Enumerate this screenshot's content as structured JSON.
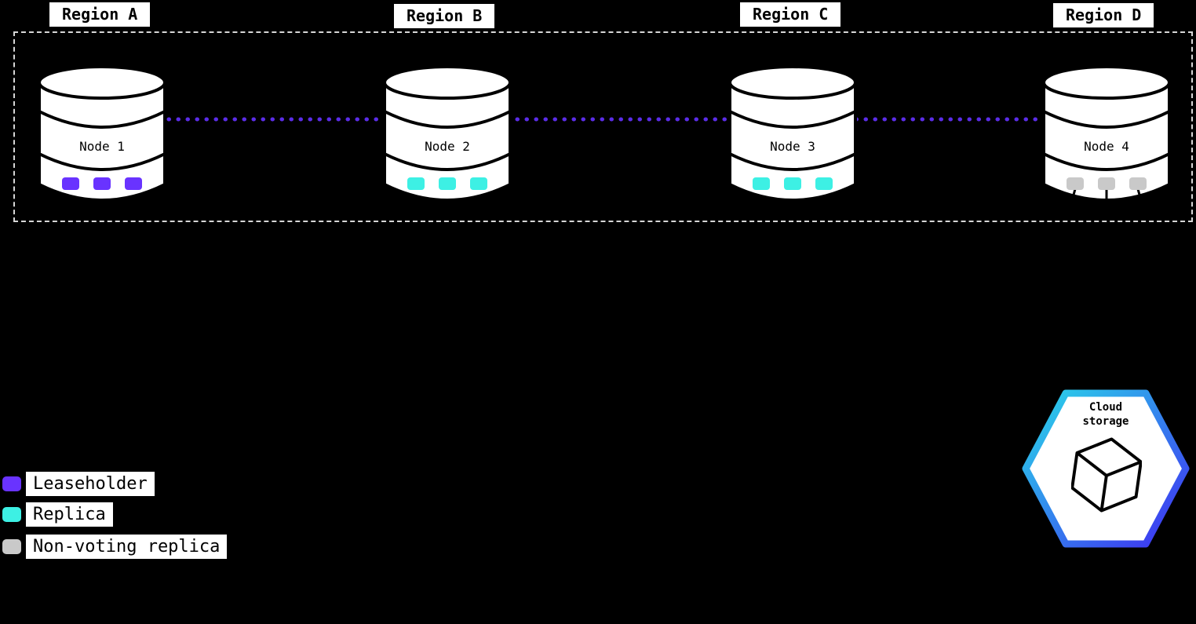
{
  "regions": [
    {
      "label": "Region A"
    },
    {
      "label": "Region B"
    },
    {
      "label": "Region C"
    },
    {
      "label": "Region D"
    }
  ],
  "nodes": [
    {
      "label": "Node 1",
      "role": "leaseholder",
      "marker_color": "#6933ff"
    },
    {
      "label": "Node 2",
      "role": "replica",
      "marker_color": "#3df0e4"
    },
    {
      "label": "Node 3",
      "role": "replica",
      "marker_color": "#3df0e4"
    },
    {
      "label": "Node 4",
      "role": "non-voting replica",
      "marker_color": "#c9c9c9"
    }
  ],
  "legend": {
    "items": [
      {
        "label": "Leaseholder",
        "color": "#6933ff"
      },
      {
        "label": "Replica",
        "color": "#3df0e4"
      },
      {
        "label": "Non-voting replica",
        "color": "#c9c9c9"
      }
    ]
  },
  "cloud_storage": {
    "label": "Cloud storage"
  },
  "colors": {
    "background": "#000000",
    "connection_line": "#5b2de8",
    "boundary_dash": "#d6d6d6",
    "hex_gradient_start": "#29d8e9",
    "hex_gradient_end": "#3f2cf2"
  }
}
